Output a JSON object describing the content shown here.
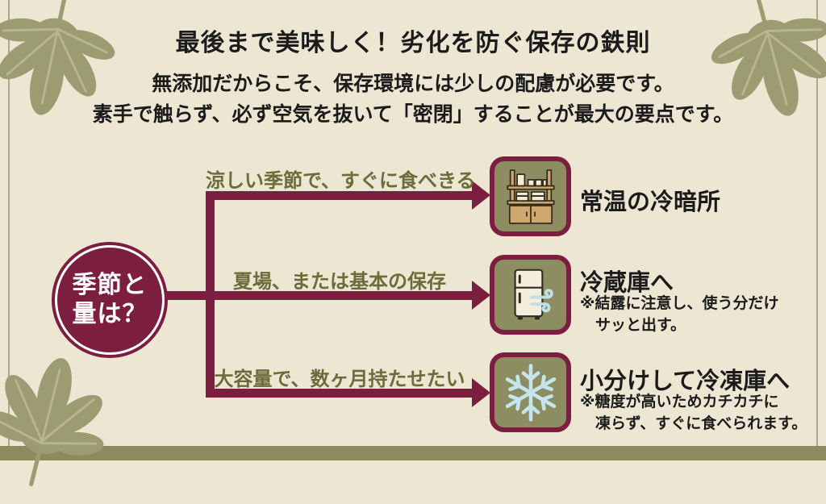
{
  "colors": {
    "background": "#ECE6D3",
    "accent_maroon": "#7C1E40",
    "olive": "#8D8D62",
    "olive_band": "#8B8B5F",
    "leaf_green": "#9C9C73",
    "label_olive_text": "#6C6C3A",
    "light_blue": "#BFE0E8",
    "text_black": "#1B1B1B"
  },
  "header": {
    "title": "最後まで美味しく！劣化を防ぐ保存の鉄則",
    "subtitle_line1": "無添加だからこそ、保存環境には少しの配慮が必要です。",
    "subtitle_line2": "素手で触らず、必ず空気を抜いて「密閉」することが最大の要点です。"
  },
  "flowchart": {
    "question": {
      "line1": "季節と",
      "line2": "量は？"
    },
    "branches": [
      {
        "label": "涼しい季節で、すぐに食べきる",
        "icon": "pantry-shelf-icon",
        "result_title": "常温の冷暗所",
        "note_line1": "",
        "note_line2": ""
      },
      {
        "label": "夏場、または基本の保存",
        "icon": "refrigerator-icon",
        "result_title": "冷蔵庫へ",
        "note_line1": "※結露に注意し、使う分だけ",
        "note_line2": "サッと出す。"
      },
      {
        "label": "大容量で、数ヶ月持たせたい",
        "icon": "snowflake-icon",
        "result_title": "小分けして冷凍庫へ",
        "note_line1": "※糖度が高いためカチカチに",
        "note_line2": "凍らず、すぐに食べられます。"
      }
    ]
  }
}
